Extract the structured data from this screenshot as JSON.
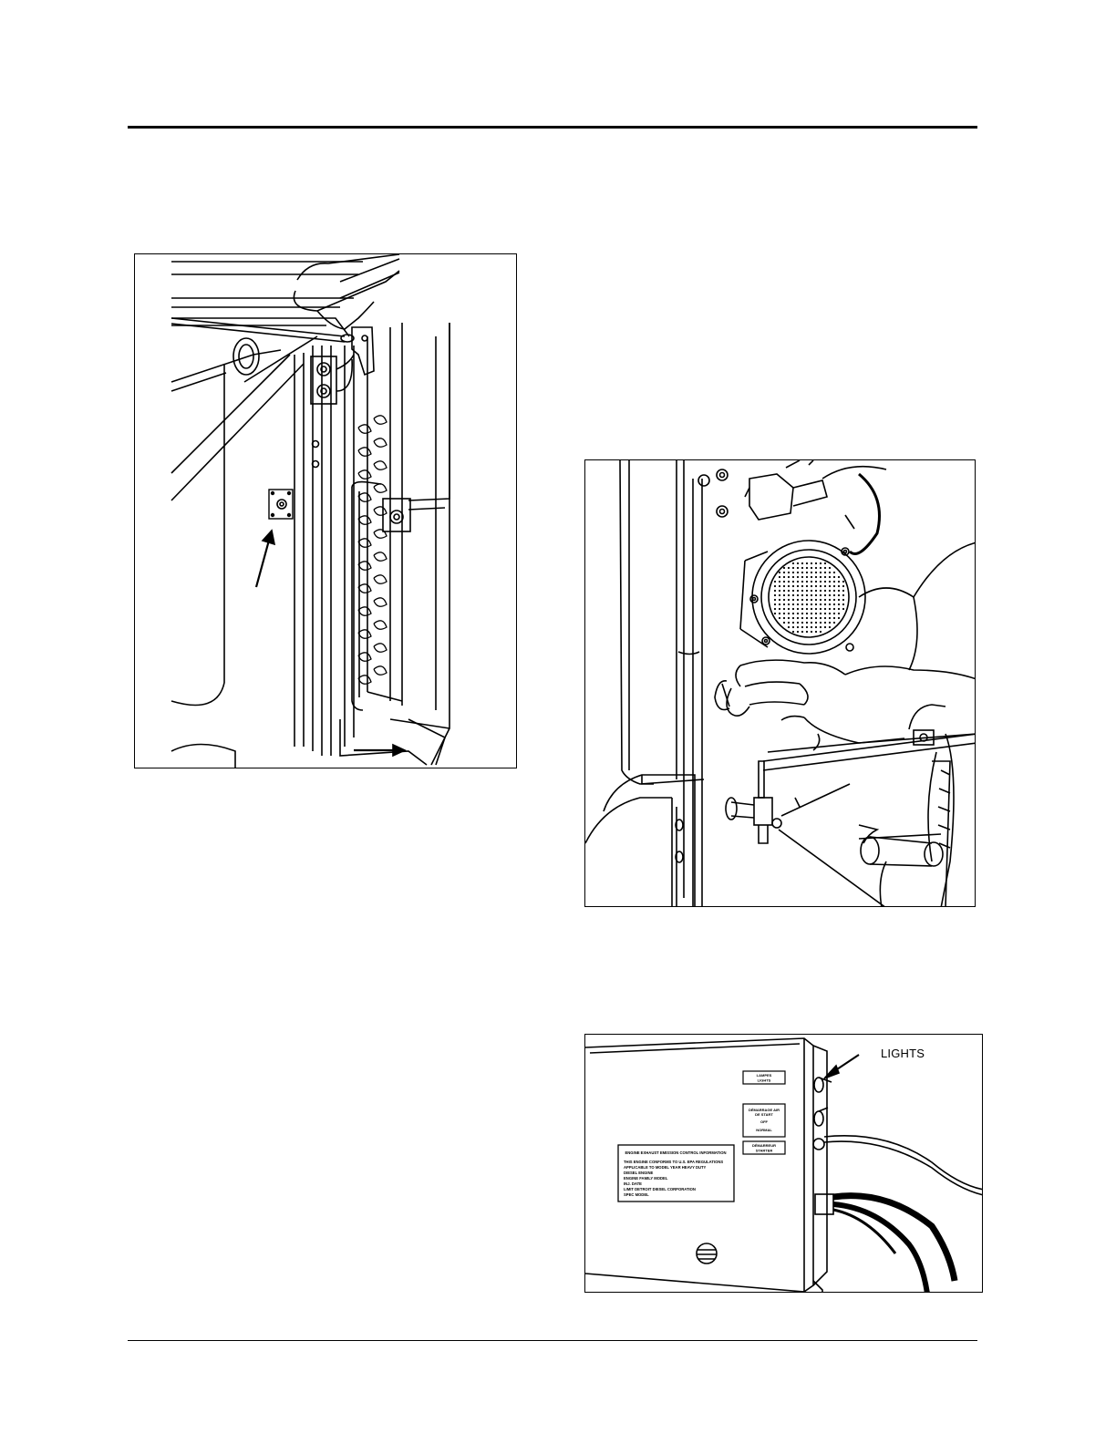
{
  "figures": [
    {
      "id": "fig-1",
      "subject": "refrigeration-unit-coil-and-port"
    },
    {
      "id": "fig-2",
      "subject": "hand-pressing-button-near-speaker"
    },
    {
      "id": "fig-3",
      "subject": "control-box-with-switches"
    }
  ],
  "fig3": {
    "callout_lights": "LIGHTS",
    "switch_labels": {
      "lights": [
        "LAMPES",
        "LIGHTS"
      ],
      "start": [
        "DÉMARRAGE AIR",
        "DE START",
        "OFF",
        "NORMAL"
      ],
      "starter": [
        "DÉMARREUR",
        "STARTER"
      ]
    },
    "plate": {
      "title": "ENGINE EXHAUST EMISSION CONTROL INFORMATION",
      "lines": [
        "THIS ENGINE CONFORMS TO U.S. EPA REGULATIONS",
        "APPLICABLE TO          MODEL YEAR HEAVY DUTY",
        "DIESEL ENGINE",
        "ENGINE FAMILY                    MODEL",
        "INJ. DATE",
        "LIMIT                    DETROIT DIESEL CORPORATION",
        "SPEC                                   MODEL"
      ]
    }
  }
}
